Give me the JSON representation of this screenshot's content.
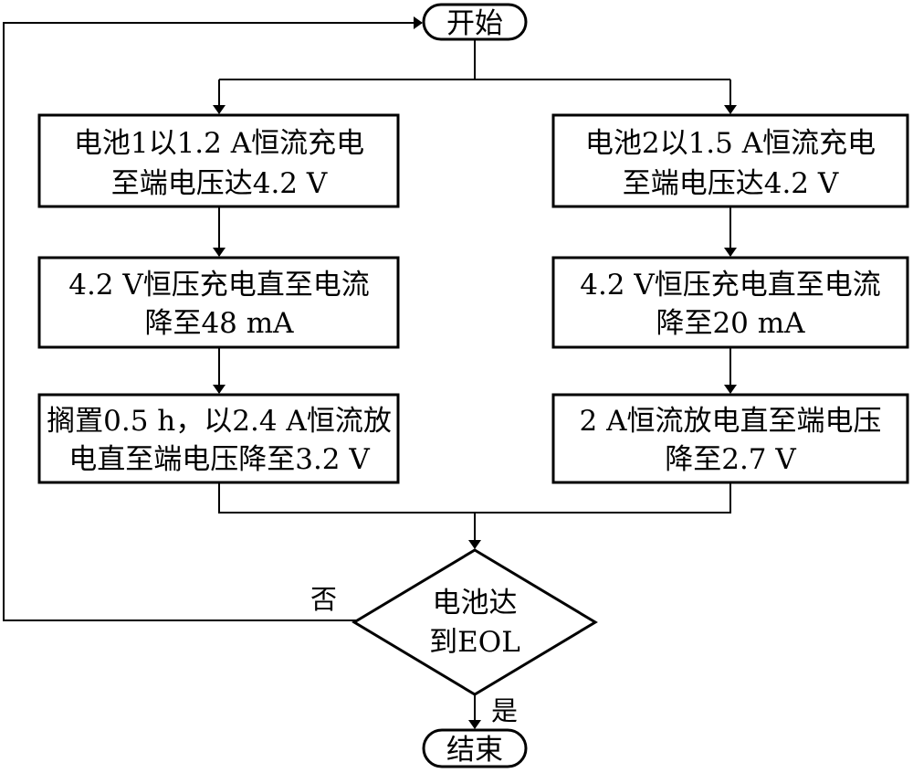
{
  "start": "开始",
  "end": "结束",
  "battery1": {
    "step1": [
      "电池1以1.2 A恒流充电",
      "至端电压达4.2 V"
    ],
    "step2": [
      "4.2 V恒压充电直至电流",
      "降至48 mA"
    ],
    "step3": [
      "搁置0.5 h，以2.4 A恒流放",
      "电直至端电压降至3.2 V"
    ]
  },
  "battery2": {
    "step1": [
      "电池2以1.5 A恒流充电",
      "至端电压达4.2 V"
    ],
    "step2": [
      "4.2 V恒压充电直至电流",
      "降至20 mA"
    ],
    "step3": [
      "2 A恒流放电直至端电压",
      "降至2.7 V"
    ]
  },
  "decision": [
    "电池达",
    "到EOL"
  ],
  "no_label": "否",
  "yes_label": "是",
  "colors": {
    "line": "#000000",
    "background": "#ffffff"
  }
}
